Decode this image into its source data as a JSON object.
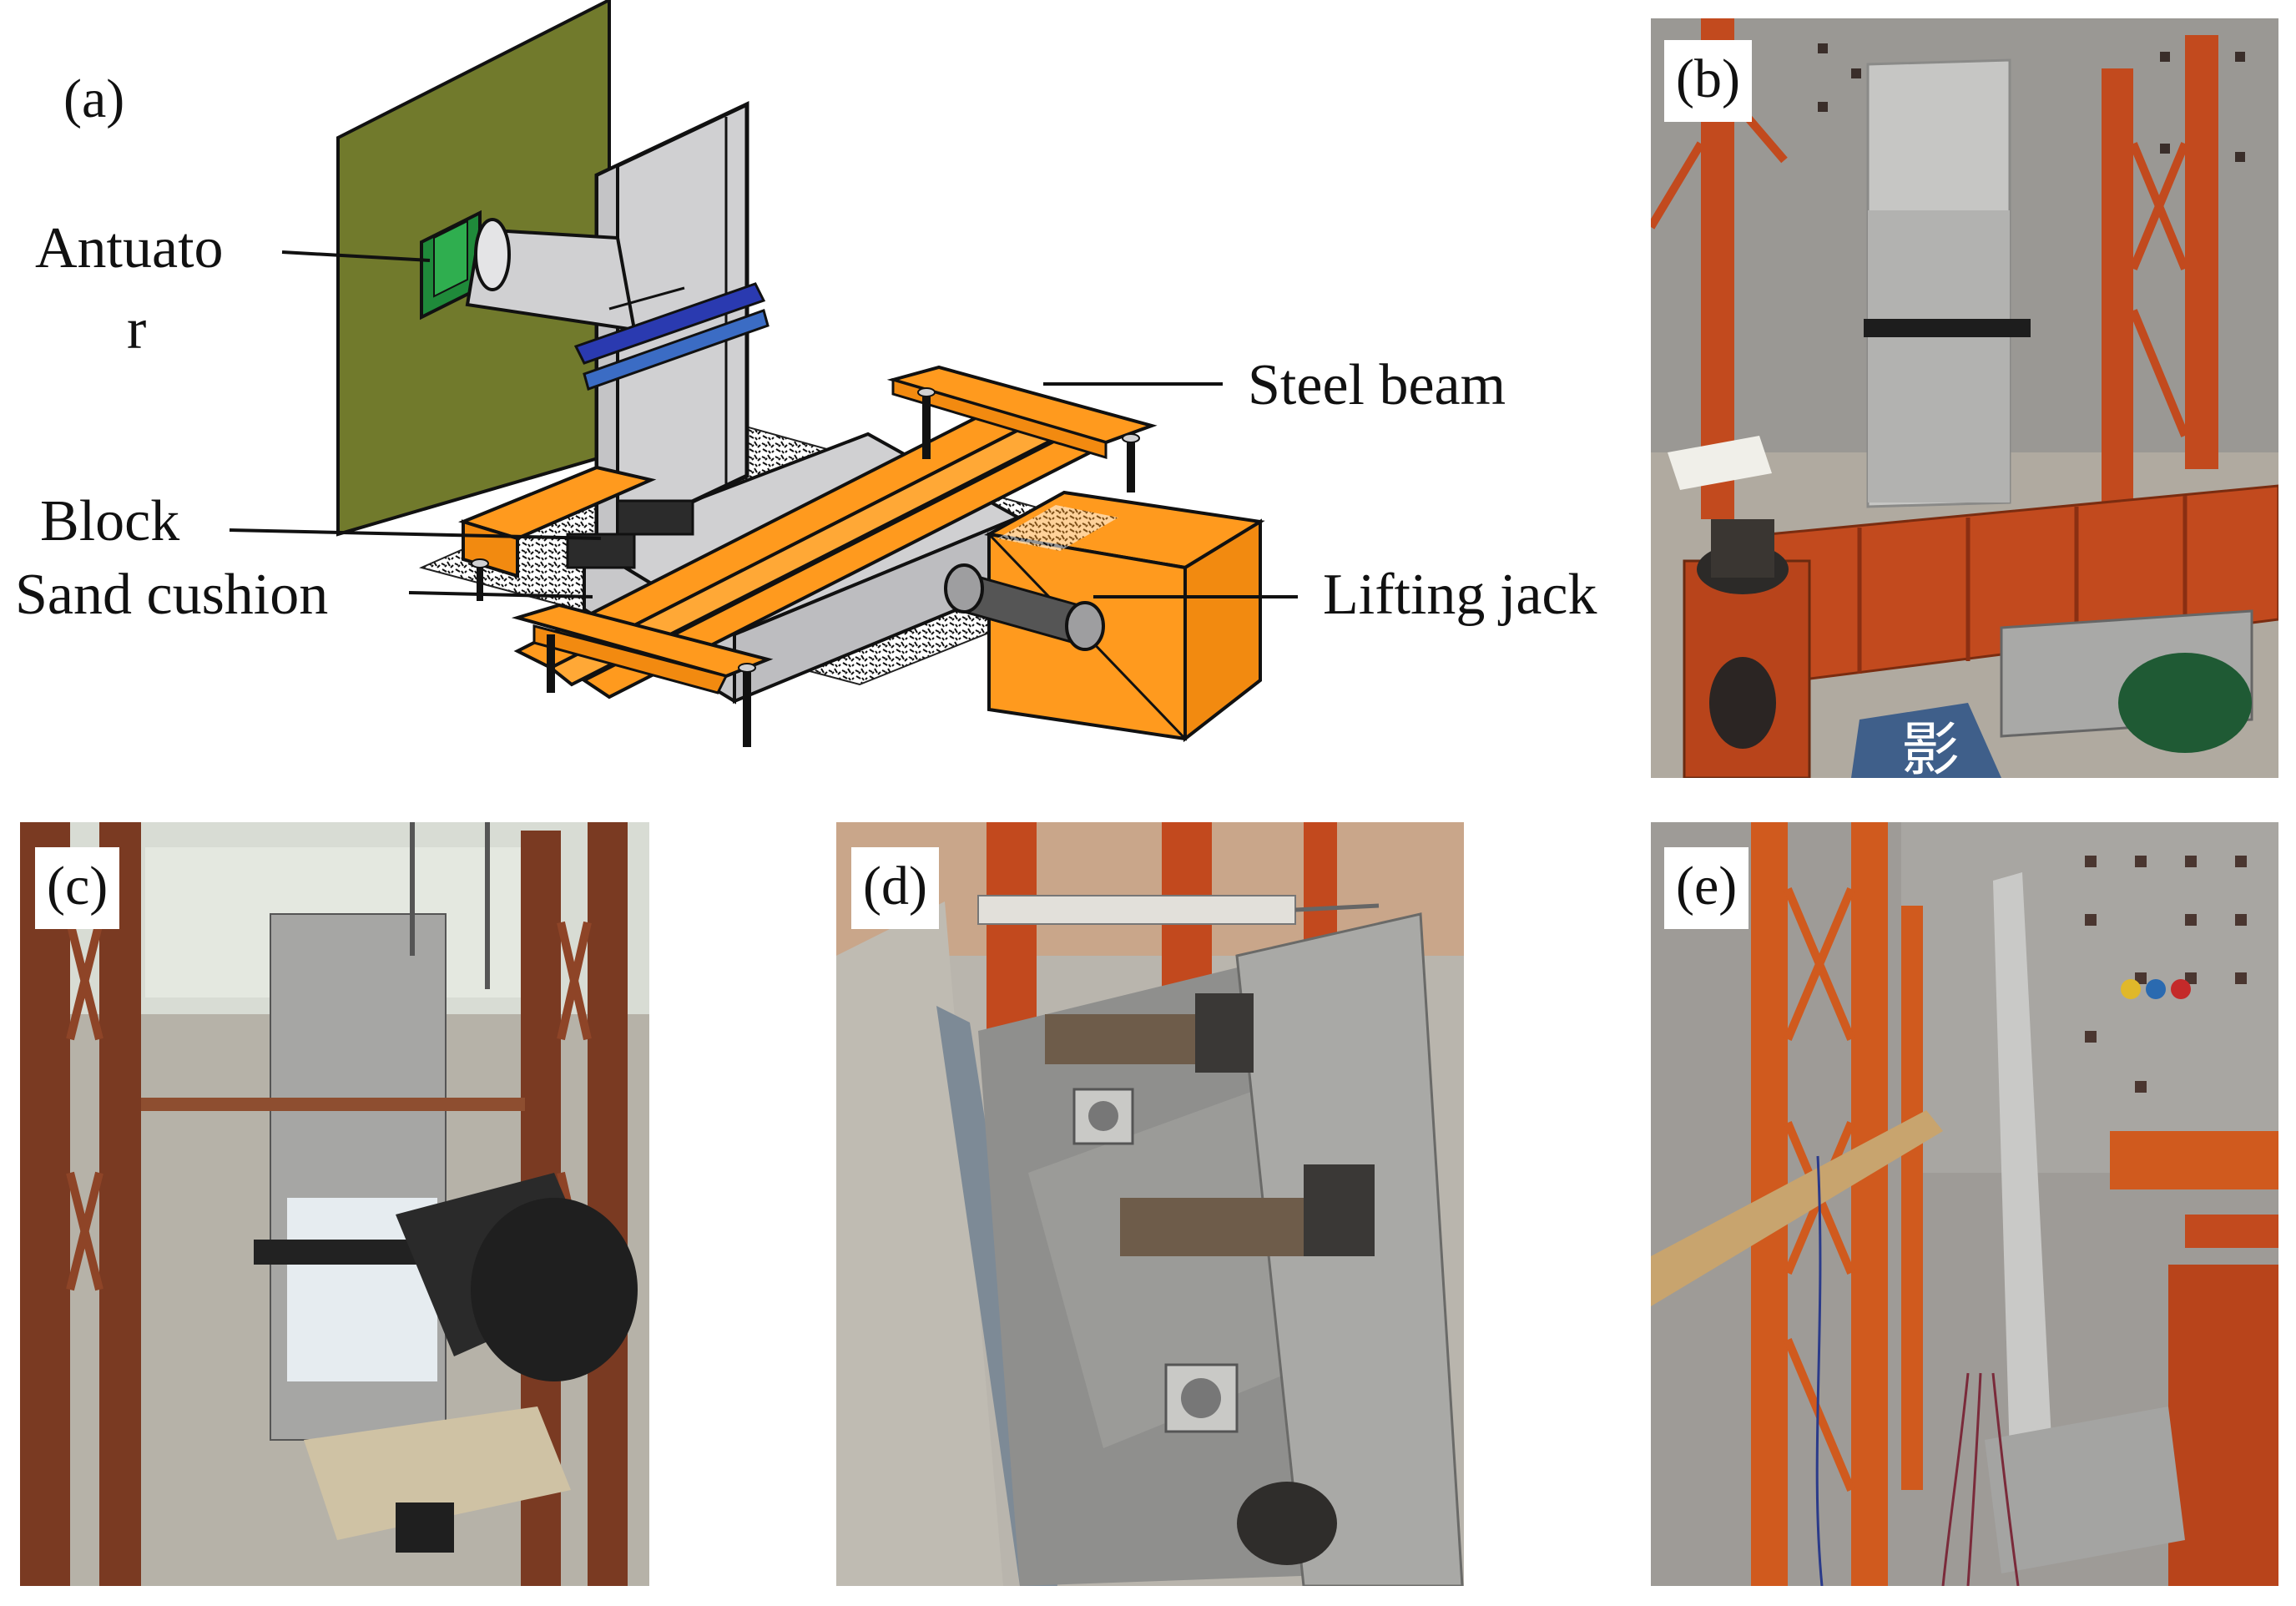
{
  "panels": {
    "a": {
      "label": "(a)"
    },
    "b": {
      "label": "(b)"
    },
    "c": {
      "label": "(c)"
    },
    "d": {
      "label": "(d)"
    },
    "e": {
      "label": "(e)"
    }
  },
  "callouts": {
    "actuator_line1": "Antuato",
    "actuator_line2": "r",
    "steel_beam": "Steel beam",
    "block": "Block",
    "sand_cushion": "Sand cushion",
    "lifting_jack": "Lifting jack"
  },
  "photo_signs": {
    "floor_marking": "影"
  },
  "colors": {
    "reaction_wall": "#717a2c",
    "steel_orange": "#ff9a1e",
    "concrete_grey": "#d0d0d2",
    "actuator_green": "#1f8a3a",
    "clamp_blue": "#2a3ab0",
    "frame_red": "#c24a1e"
  }
}
